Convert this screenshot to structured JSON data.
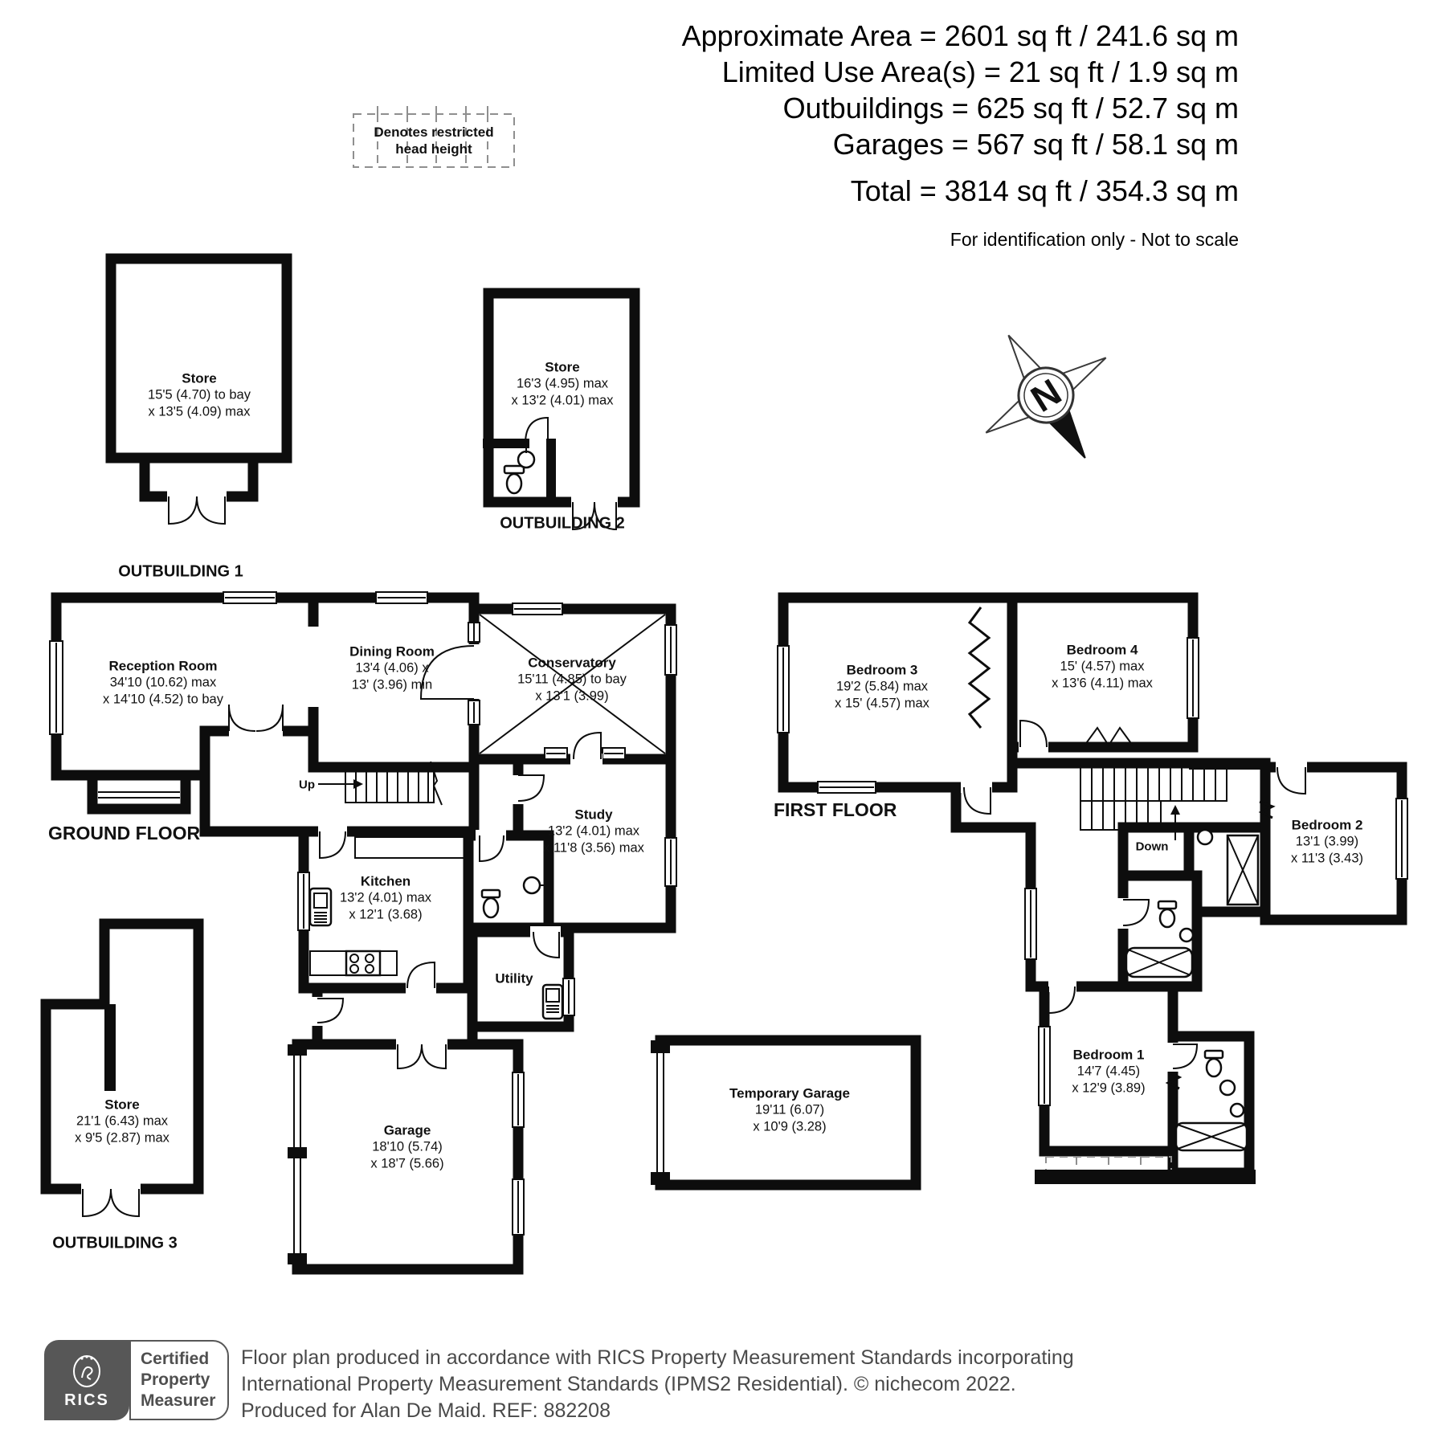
{
  "header": {
    "area_lines": [
      "Approximate Area = 2601 sq ft / 241.6 sq m",
      "Limited Use Area(s) = 21 sq ft / 1.9 sq m",
      "Outbuildings = 625 sq ft / 52.7 sq m",
      "Garages = 567 sq ft / 58.1 sq m",
      "Total = 3814 sq ft / 354.3 sq m"
    ],
    "note": "For identification only - Not to scale"
  },
  "legend": {
    "line1": "Denotes restricted",
    "line2": "head height"
  },
  "compass": {
    "north": "N"
  },
  "labels": {
    "ground_floor": "GROUND FLOOR",
    "first_floor": "FIRST FLOOR",
    "outbuilding1": "OUTBUILDING 1",
    "outbuilding2": "OUTBUILDING 2",
    "outbuilding3": "OUTBUILDING 3"
  },
  "stairs": {
    "up": "Up",
    "down": "Down"
  },
  "rooms": {
    "store1": {
      "name": "Store",
      "dim1": "15'5 (4.70) to bay",
      "dim2": "x 13'5 (4.09) max"
    },
    "store2": {
      "name": "Store",
      "dim1": "16'3 (4.95) max",
      "dim2": "x 13'2 (4.01) max"
    },
    "reception": {
      "name": "Reception Room",
      "dim1": "34'10 (10.62) max",
      "dim2": "x 14'10 (4.52) to bay"
    },
    "dining": {
      "name": "Dining Room",
      "dim1": "13'4 (4.06) x",
      "dim2": "13' (3.96) min"
    },
    "conservatory": {
      "name": "Conservatory",
      "dim1": "15'11 (4.85) to bay",
      "dim2": "x 13'1 (3.99)"
    },
    "study": {
      "name": "Study",
      "dim1": "13'2 (4.01) max",
      "dim2": "x 11'8 (3.56) max"
    },
    "kitchen": {
      "name": "Kitchen",
      "dim1": "13'2 (4.01) max",
      "dim2": "x 12'1 (3.68)"
    },
    "utility": {
      "name": "Utility"
    },
    "garage": {
      "name": "Garage",
      "dim1": "18'10 (5.74)",
      "dim2": "x 18'7 (5.66)"
    },
    "store3": {
      "name": "Store",
      "dim1": "21'1 (6.43) max",
      "dim2": "x 9'5 (2.87) max"
    },
    "temp_garage": {
      "name": "Temporary Garage",
      "dim1": "19'11 (6.07)",
      "dim2": "x 10'9 (3.28)"
    },
    "bedroom1": {
      "name": "Bedroom 1",
      "dim1": "14'7 (4.45)",
      "dim2": "x 12'9 (3.89)"
    },
    "bedroom2": {
      "name": "Bedroom 2",
      "dim1": "13'1 (3.99)",
      "dim2": "x 11'3 (3.43)"
    },
    "bedroom3": {
      "name": "Bedroom 3",
      "dim1": "19'2 (5.84) max",
      "dim2": "x 15' (4.57) max"
    },
    "bedroom4": {
      "name": "Bedroom 4",
      "dim1": "15' (4.57) max",
      "dim2": "x 13'6 (4.11) max"
    }
  },
  "footer": {
    "logo": "RICS",
    "badge_line1": "Certified",
    "badge_line2": "Property",
    "badge_line3": "Measurer",
    "line1": "Floor plan produced in accordance with RICS Property Measurement Standards incorporating",
    "line2": "International Property Measurement Standards (IPMS2 Residential).   © nichecom 2022.",
    "line3": "Produced for Alan De Maid.   REF: 882208"
  },
  "colors": {
    "wall": "#0d0d0d",
    "dashed": "#8f8f8f",
    "footer_gray": "#575757"
  }
}
